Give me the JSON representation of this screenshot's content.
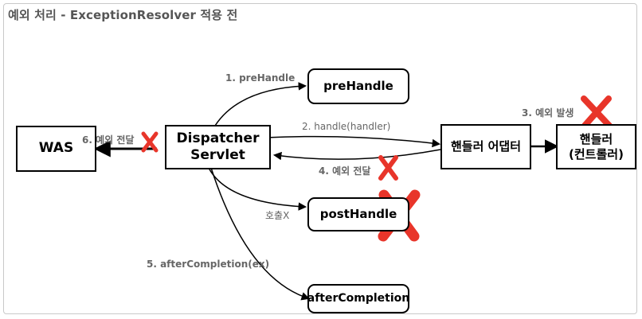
{
  "title": "예외 처리 - ExceptionResolver 적용 전",
  "nodes": {
    "was": "WAS",
    "dispatcher": "Dispatcher\nServlet",
    "prehandle": "preHandle",
    "handler_adapter": "핸들러 어댑터",
    "handler": "핸들러\n(컨트롤러)",
    "posthandle": "postHandle",
    "aftercompletion": "afterCompletion"
  },
  "edges": {
    "pre_handle": "1. preHandle",
    "handle": "2. handle(handler)",
    "exception_occurred": "3. 예외 발생",
    "exception_forward_adapter": "4. 예외 전달",
    "after_completion_call": "5. afterCompletion(ex)",
    "exception_forward_was": "6. 예외 전달",
    "call_x": "호출X"
  },
  "colors": {
    "stroke": "#000000",
    "label": "#666666",
    "title": "#555555",
    "cross": "#e8352a"
  }
}
